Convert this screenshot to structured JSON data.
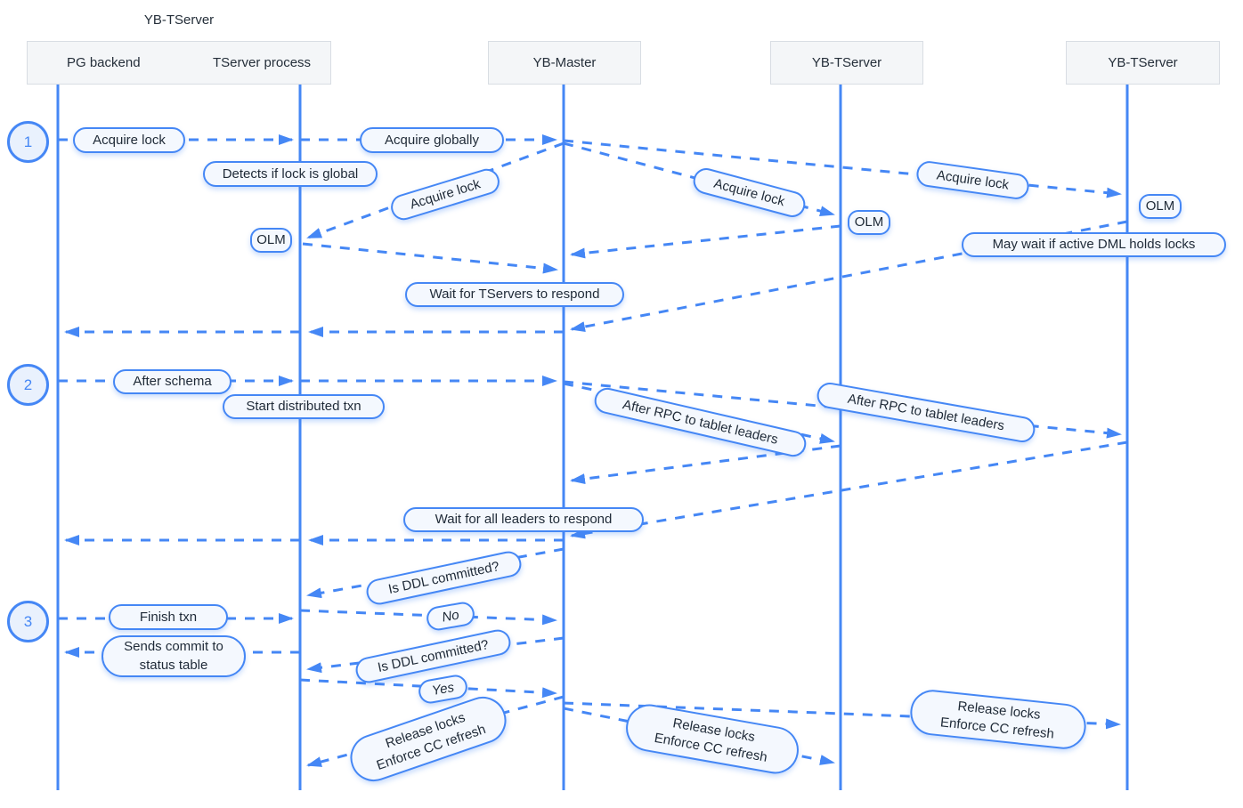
{
  "group_label": "YB-TServer",
  "participants": [
    "PG backend",
    "TServer process",
    "YB-Master",
    "YB-TServer",
    "YB-TServer"
  ],
  "step_numbers": [
    "1",
    "2",
    "3"
  ],
  "labels": {
    "acquire_lock": "Acquire lock",
    "acquire_globally": "Acquire globally",
    "detects_if_lock_is_global": "Detects if lock is global",
    "olm": "OLM",
    "may_wait": "May wait if active DML holds locks",
    "wait_tservers": "Wait for TServers to respond",
    "after_schema": "After schema",
    "start_distributed_txn": "Start distributed txn",
    "after_rpc": "After RPC to tablet leaders",
    "wait_leaders": "Wait for all leaders to respond",
    "is_ddl_committed": "Is DDL committed?",
    "no": "No",
    "finish_txn": "Finish txn",
    "sends_commit": "Sends commit to status table",
    "yes": "Yes",
    "release_locks": "Release locks",
    "enforce_cc": "Enforce CC refresh"
  },
  "colors": {
    "accent": "#4587f5",
    "pill_fill": "#f4f8fe",
    "pill_text": "#1f2a37",
    "circle_fill": "#e9f1fd",
    "header_fill": "#f4f6f8",
    "header_border": "#d8dde3",
    "header_text": "#252f3a",
    "bg": "#ffffff"
  }
}
